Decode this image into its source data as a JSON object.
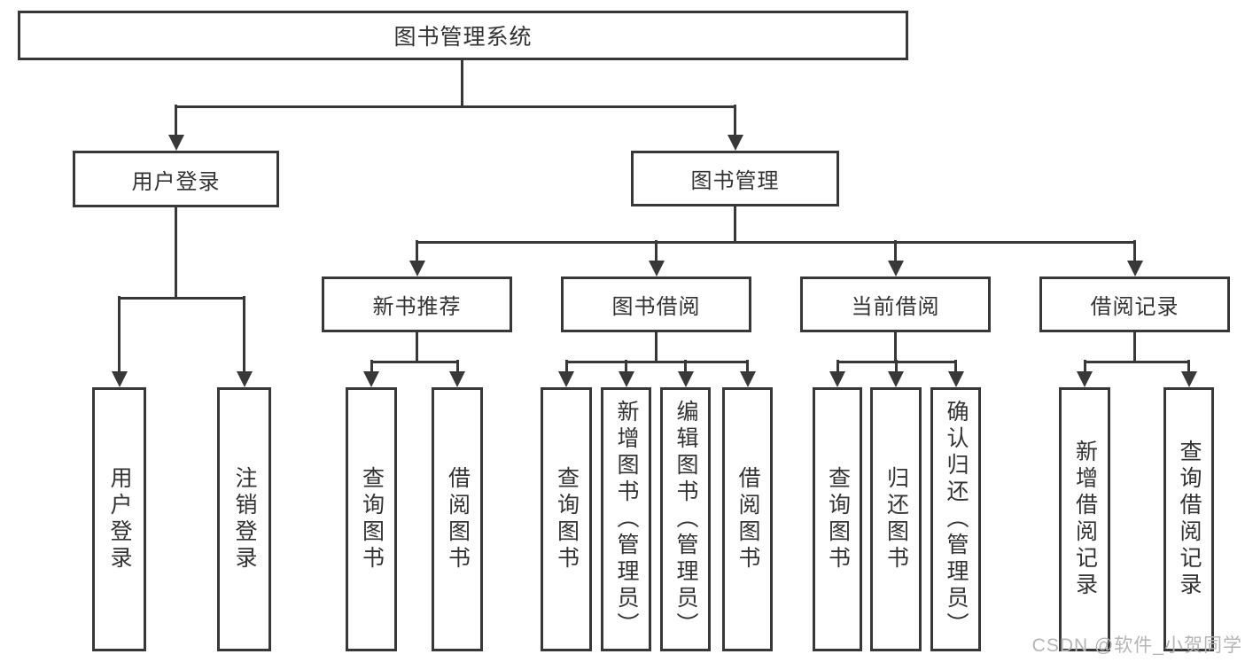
{
  "nodes": {
    "root": {
      "label": "图书管理系统"
    },
    "level2": [
      {
        "label": "用户登录"
      },
      {
        "label": "图书管理"
      }
    ],
    "level3": [
      {
        "label": "新书推荐"
      },
      {
        "label": "图书借阅"
      },
      {
        "label": "当前借阅"
      },
      {
        "label": "借阅记录"
      }
    ],
    "leaves": [
      {
        "label": "用户登录"
      },
      {
        "label": "注销登录"
      },
      {
        "label": "查询图书"
      },
      {
        "label": "借阅图书"
      },
      {
        "label": "查询图书"
      },
      {
        "label": "新增图书（管理员）"
      },
      {
        "label": "编辑图书（管理员）"
      },
      {
        "label": "借阅图书"
      },
      {
        "label": "查询图书"
      },
      {
        "label": "归还图书"
      },
      {
        "label": "确认归还（管理员）"
      },
      {
        "label": "新增借阅记录"
      },
      {
        "label": "查询借阅记录"
      }
    ]
  },
  "watermark": {
    "text": "CSDN @软件_小贺同学"
  },
  "colors": {
    "line": "#383838",
    "box_border": "#383838",
    "text": "#333333",
    "watermark": "#b5b5b5",
    "background": "#ffffff"
  }
}
